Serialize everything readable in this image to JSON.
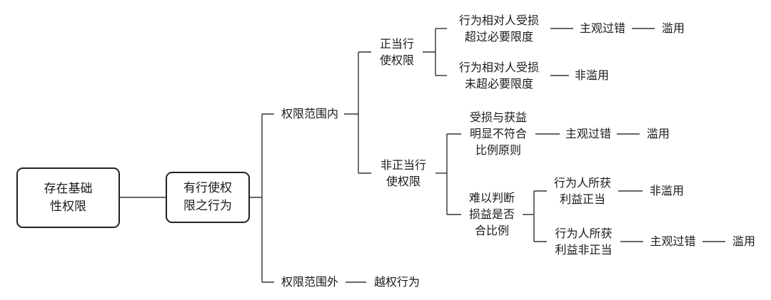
{
  "root": {
    "label": "存在基础\n性权限"
  },
  "center": {
    "label": "有行使权\n限之行为"
  },
  "within": {
    "label": "权限范围内",
    "proper": {
      "label": "正当行\n使权限",
      "excess": {
        "label": "行为相对人受损\n超过必要限度",
        "fault": "主观过错",
        "result": "滥用"
      },
      "notexcess": {
        "label": "行为相对人受损\n未超必要限度",
        "result": "非滥用"
      }
    },
    "improper": {
      "label": "非正当行\n使权限",
      "disproportion": {
        "label": "受损与获益\n明显不符合\n比例原则",
        "fault": "主观过错",
        "result": "滥用"
      },
      "hardtojudge": {
        "label": "难以判断\n损益是否\n合比例",
        "legit": {
          "label": "行为人所获\n利益正当",
          "result": "非滥用"
        },
        "illegit": {
          "label": "行为人所获\n利益非正当",
          "fault": "主观过错",
          "result": "滥用"
        }
      }
    }
  },
  "beyond": {
    "label": "权限范围外",
    "result": "越权行为"
  }
}
